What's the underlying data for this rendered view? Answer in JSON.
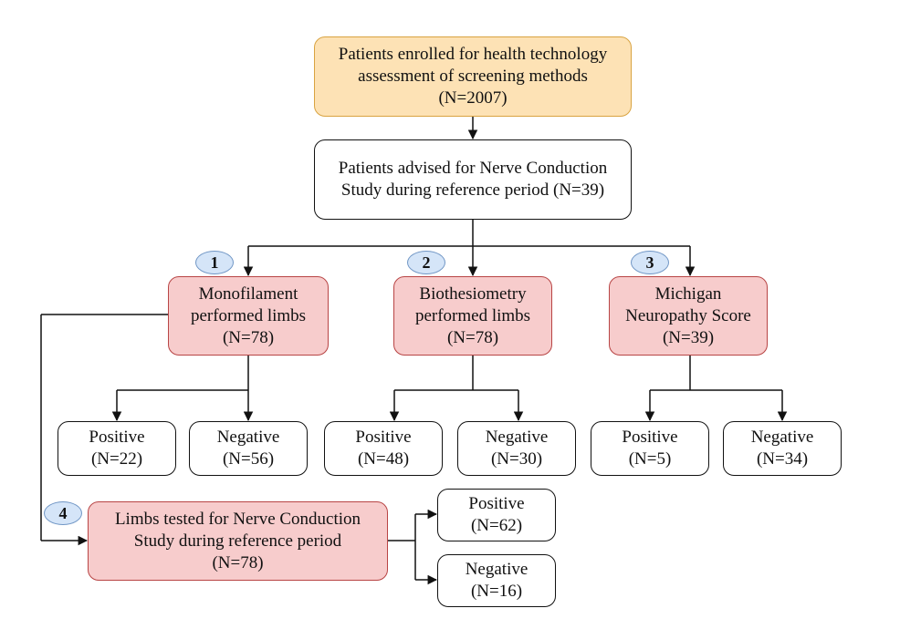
{
  "nodes": {
    "enrolled": {
      "lines": [
        "Patients enrolled for health technology",
        "assessment of screening methods",
        "(N=2007)"
      ]
    },
    "advised": {
      "lines": [
        "Patients advised for Nerve Conduction",
        "Study during reference period (N=39)"
      ]
    },
    "monofilament": {
      "badge": "1",
      "lines": [
        "Monofilament",
        "performed limbs",
        "(N=78)"
      ]
    },
    "biothesiometry": {
      "badge": "2",
      "lines": [
        "Biothesiometry",
        "performed limbs",
        "(N=78)"
      ]
    },
    "michigan": {
      "badge": "3",
      "lines": [
        "Michigan",
        "Neuropathy Score",
        "(N=39)"
      ]
    },
    "ncs": {
      "badge": "4",
      "lines": [
        "Limbs tested for Nerve Conduction",
        "Study during reference period",
        "(N=78)"
      ]
    }
  },
  "outcomes": {
    "mono_pos": {
      "label": "Positive",
      "n": "(N=22)"
    },
    "mono_neg": {
      "label": "Negative",
      "n": "(N=56)"
    },
    "bio_pos": {
      "label": "Positive",
      "n": "(N=48)"
    },
    "bio_neg": {
      "label": "Negative",
      "n": "(N=30)"
    },
    "mich_pos": {
      "label": "Positive",
      "n": "(N=5)"
    },
    "mich_neg": {
      "label": "Negative",
      "n": "(N=34)"
    },
    "ncs_pos": {
      "label": "Positive",
      "n": "(N=62)"
    },
    "ncs_neg": {
      "label": "Negative",
      "n": "(N=16)"
    }
  },
  "colors": {
    "orange_fill": "#fde2b5",
    "orange_border": "#d9a341",
    "red_fill": "#f7cccc",
    "red_border": "#b84545",
    "badge_fill": "#d5e5f8",
    "badge_border": "#7096c5"
  }
}
